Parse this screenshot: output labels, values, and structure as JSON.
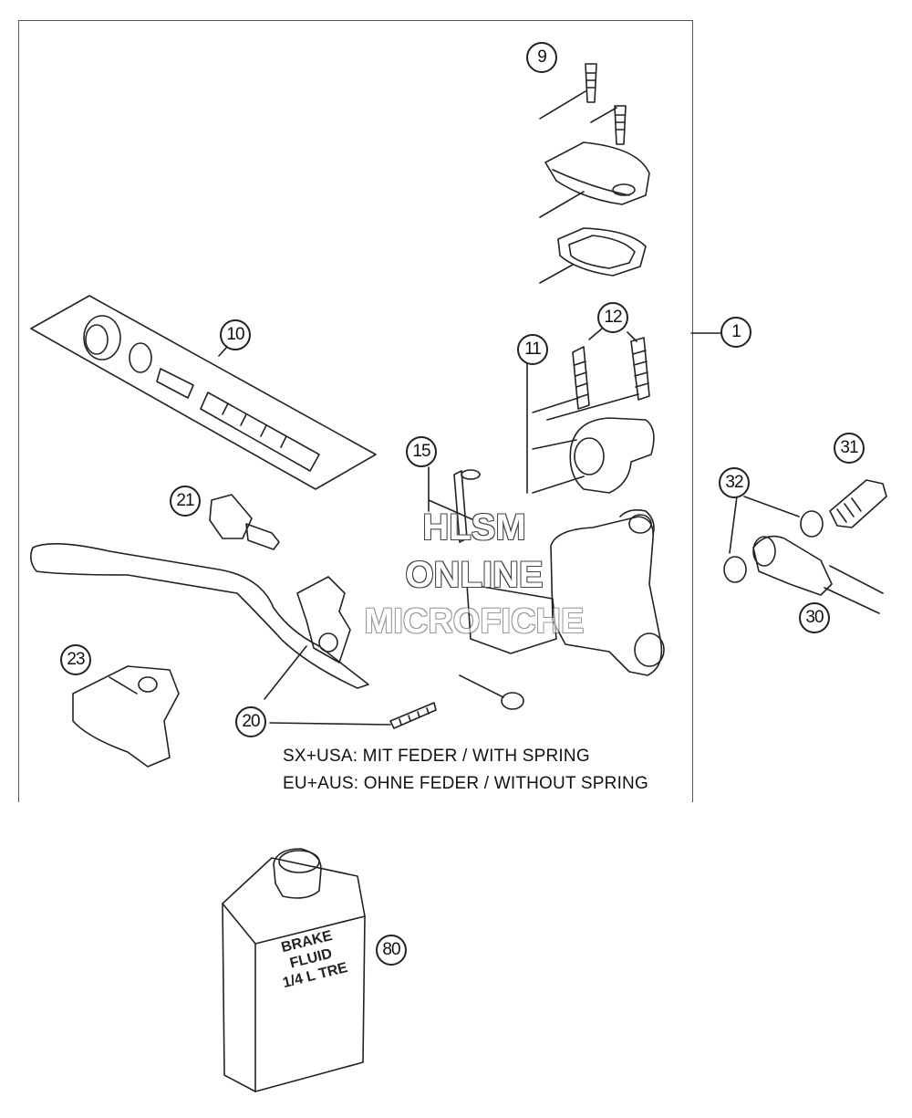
{
  "callouts": {
    "c1": "1",
    "c9": "9",
    "c10": "10",
    "c11": "11",
    "c12": "12",
    "c15": "15",
    "c20": "20",
    "c21": "21",
    "c23": "23",
    "c30": "30",
    "c31": "31",
    "c32": "32",
    "c80": "80"
  },
  "notes": {
    "line1": "SX+USA:  MIT FEDER / WITH SPRING",
    "line2": "EU+AUS:  OHNE FEDER / WITHOUT SPRING"
  },
  "watermark": {
    "line1": "HLSM",
    "line2": "ONLINE",
    "line3": "MICROFICHE"
  },
  "can": {
    "line1": "BRAKE",
    "line2": "FLUID",
    "line3": "1/4 L TRE"
  }
}
